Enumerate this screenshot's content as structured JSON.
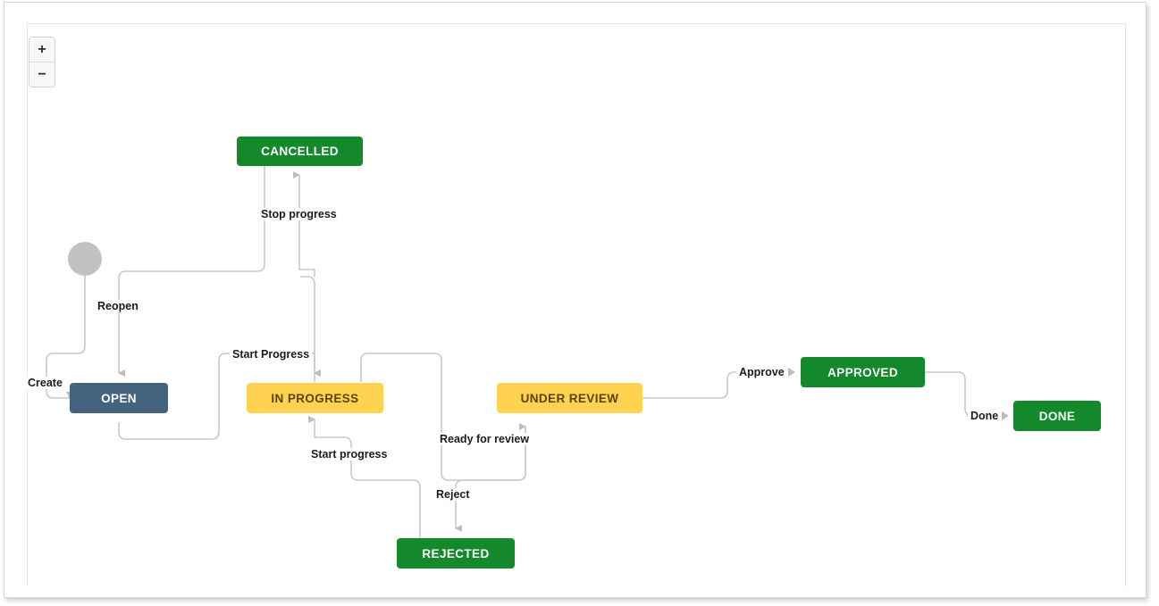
{
  "zoom_controls": {
    "zoom_in_label": "+",
    "zoom_out_label": "−"
  },
  "colors": {
    "green": "#14892c",
    "blue": "#44637f",
    "amber": "#ffd351",
    "start_circle": "#c2c2c2",
    "edge_line": "#c9c9c9",
    "label_text": "#1c1c1c"
  },
  "diagram": {
    "type": "workflow-state-diagram",
    "nodes": [
      {
        "id": "start",
        "label": "",
        "shape": "circle",
        "color": "start_circle"
      },
      {
        "id": "cancelled",
        "label": "CANCELLED",
        "shape": "rect",
        "color": "green"
      },
      {
        "id": "open",
        "label": "OPEN",
        "shape": "rect",
        "color": "blue"
      },
      {
        "id": "inprogress",
        "label": "IN PROGRESS",
        "shape": "rect",
        "color": "amber"
      },
      {
        "id": "underreview",
        "label": "UNDER REVIEW",
        "shape": "rect",
        "color": "amber"
      },
      {
        "id": "approved",
        "label": "APPROVED",
        "shape": "rect",
        "color": "green"
      },
      {
        "id": "done",
        "label": "DONE",
        "shape": "rect",
        "color": "green"
      },
      {
        "id": "rejected",
        "label": "REJECTED",
        "shape": "rect",
        "color": "green"
      }
    ],
    "edges": [
      {
        "id": "create",
        "label": "Create",
        "from": "start",
        "to": "open"
      },
      {
        "id": "reopen",
        "label": "Reopen",
        "from": "cancelled",
        "to": "open"
      },
      {
        "id": "stop-progress",
        "label": "Stop progress",
        "from": "inprogress",
        "to": "cancelled"
      },
      {
        "id": "start-progress-1",
        "label": "Start Progress",
        "from": "open",
        "to": "inprogress"
      },
      {
        "id": "start-progress-2",
        "label": "Start progress",
        "from": "rejected",
        "to": "inprogress"
      },
      {
        "id": "ready-for-review",
        "label": "Ready for review",
        "from": "inprogress",
        "to": "underreview"
      },
      {
        "id": "reject",
        "label": "Reject",
        "from": "underreview",
        "to": "rejected"
      },
      {
        "id": "approve",
        "label": "Approve",
        "from": "underreview",
        "to": "approved"
      },
      {
        "id": "done-edge",
        "label": "Done",
        "from": "approved",
        "to": "done"
      }
    ]
  }
}
